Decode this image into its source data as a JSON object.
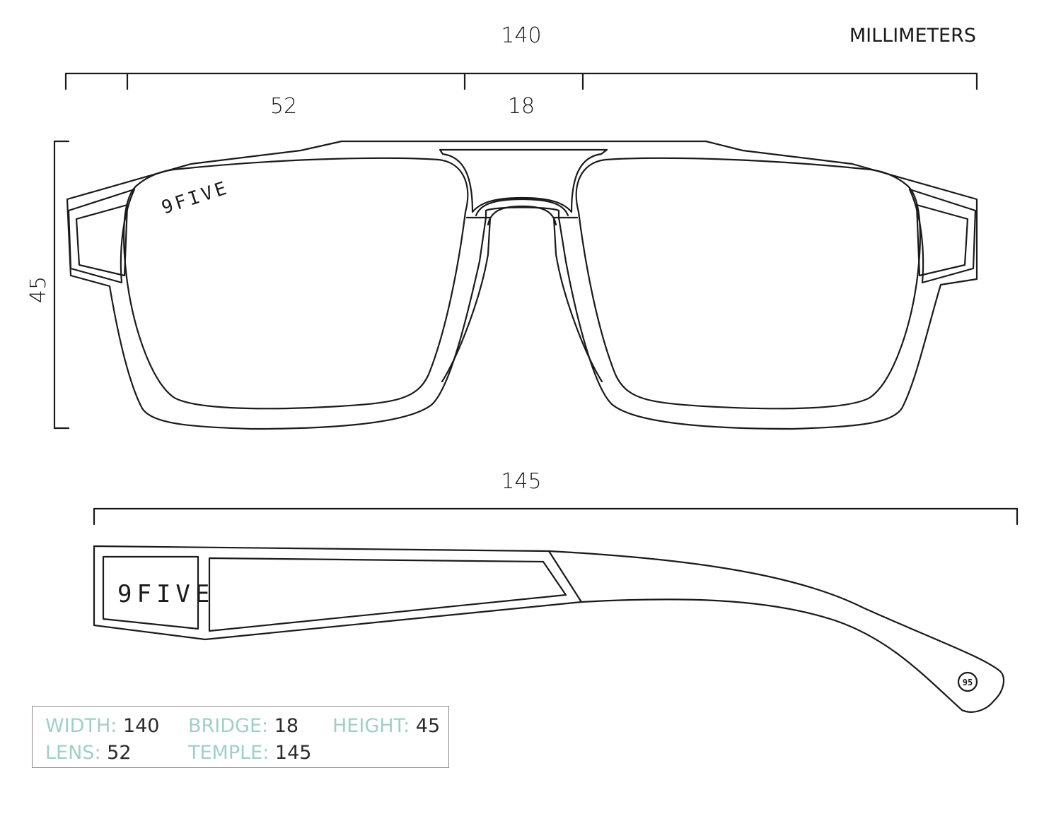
{
  "units_label": "MILLIMETERS",
  "dimensions": {
    "total_width": "140",
    "lens_width": "52",
    "bridge_width": "18",
    "lens_height": "45",
    "temple_length": "145"
  },
  "brand": {
    "lens_logo": "9FIVE",
    "temple_logo": "9FIVE",
    "tip_logo": "95"
  },
  "specs": {
    "width": {
      "label": "WIDTH:",
      "value": "140"
    },
    "bridge": {
      "label": "BRIDGE:",
      "value": "18"
    },
    "height": {
      "label": "HEIGHT:",
      "value": "45"
    },
    "lens": {
      "label": "LENS:",
      "value": "52"
    },
    "temple": {
      "label": "TEMPLE:",
      "value": "145"
    }
  },
  "colors": {
    "line": "#1a1a1a",
    "spec_label": "#9fd0c8",
    "spec_value": "#2a2a2a",
    "box_border": "#8a8a8a"
  }
}
